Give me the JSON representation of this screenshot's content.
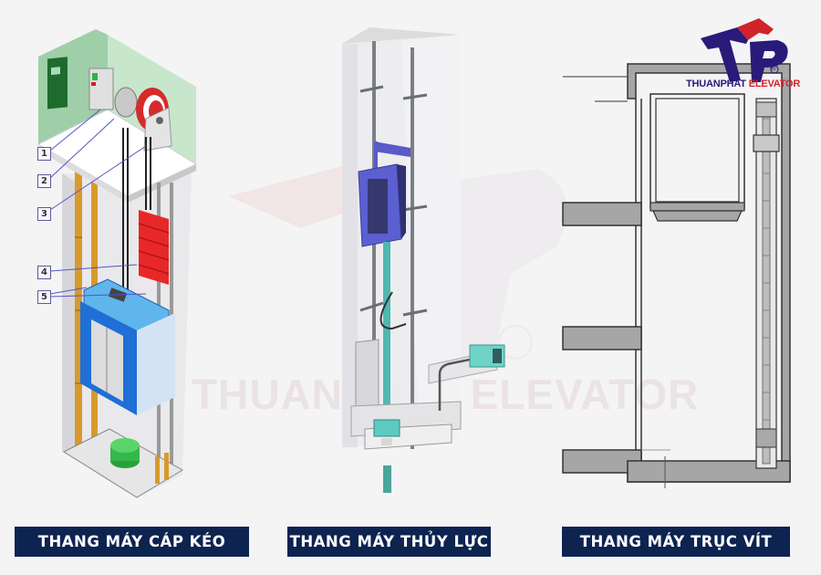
{
  "brand": {
    "name_part1": "THUANPHAT ",
    "name_part2": "ELEVATOR",
    "registered_mark": "®",
    "watermark_text": "THUANPHAT ELEVATOR",
    "colors": {
      "primary": "#2a1a7a",
      "accent": "#d0232c",
      "label_bg": "#0d2350",
      "background": "#f4f4f4"
    }
  },
  "panels": [
    {
      "title": "THANG MÁY CÁP KÉO",
      "diagram": "traction-elevator",
      "callouts": [
        "1",
        "2",
        "3",
        "4",
        "5"
      ]
    },
    {
      "title": "THANG MÁY THỦY LỰC",
      "diagram": "hydraulic-elevator"
    },
    {
      "title": "THANG MÁY TRỤC VÍT",
      "diagram": "screw-drive-elevator"
    }
  ]
}
